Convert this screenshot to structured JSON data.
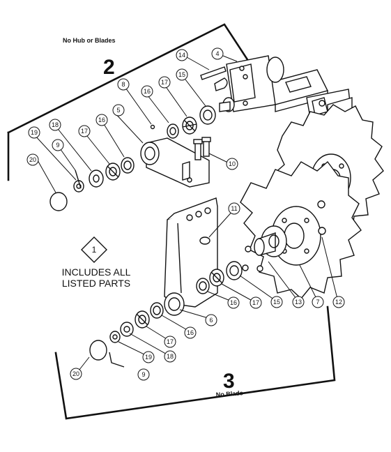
{
  "assembly_2": {
    "number": "2",
    "caption": "No Hub or Blades"
  },
  "assembly_3": {
    "number": "3",
    "caption": "No Blade"
  },
  "note": {
    "symbol": "1",
    "line1": "INCLUDES ALL",
    "line2": "LISTED PARTS"
  },
  "callouts": [
    {
      "id": "c14a",
      "label": "14"
    },
    {
      "id": "c4a",
      "label": "4"
    },
    {
      "id": "c15a",
      "label": "15"
    },
    {
      "id": "c17a",
      "label": "17"
    },
    {
      "id": "c16a",
      "label": "16"
    },
    {
      "id": "c8a",
      "label": "8"
    },
    {
      "id": "c5a",
      "label": "5"
    },
    {
      "id": "c16b",
      "label": "16"
    },
    {
      "id": "c17b",
      "label": "17"
    },
    {
      "id": "c18a",
      "label": "18"
    },
    {
      "id": "c19a",
      "label": "19"
    },
    {
      "id": "c9a",
      "label": "9"
    },
    {
      "id": "c20a",
      "label": "20"
    },
    {
      "id": "c10a",
      "label": "10"
    },
    {
      "id": "c11b",
      "label": "11"
    },
    {
      "id": "c16c",
      "label": "16"
    },
    {
      "id": "c17c",
      "label": "17"
    },
    {
      "id": "c15c",
      "label": "15"
    },
    {
      "id": "c13c",
      "label": "13"
    },
    {
      "id": "c7c",
      "label": "7"
    },
    {
      "id": "c12c",
      "label": "12"
    },
    {
      "id": "c6c",
      "label": "6"
    },
    {
      "id": "c16d",
      "label": "16"
    },
    {
      "id": "c17d",
      "label": "17"
    },
    {
      "id": "c18d",
      "label": "18"
    },
    {
      "id": "c19d",
      "label": "19"
    },
    {
      "id": "c9d",
      "label": "9"
    },
    {
      "id": "c20d",
      "label": "20"
    }
  ]
}
